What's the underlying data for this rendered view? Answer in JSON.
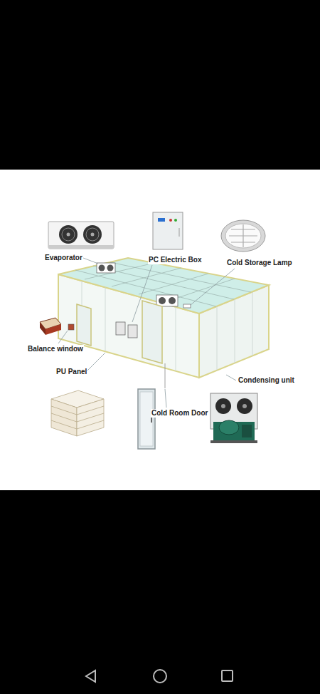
{
  "diagram": {
    "labels": [
      "Evaporator",
      "PC Electric Box",
      "Cold Storage Lamp",
      "Balance window",
      "PU Panel",
      "Condensing unit",
      "Cold Room Door"
    ]
  }
}
